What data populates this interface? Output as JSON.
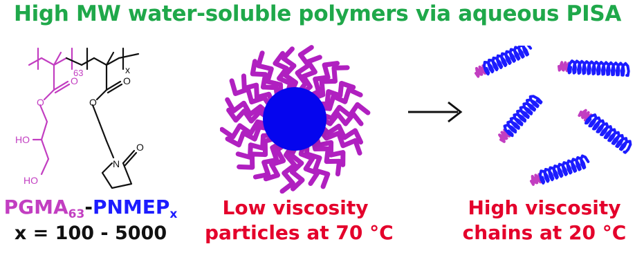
{
  "title": "High MW water-soluble polymers via aqueous PISA",
  "colors": {
    "title": "#1fa84a",
    "pgma": "#c23ec1",
    "pnmep": "#1c1cff",
    "label_red": "#e4002b",
    "black": "#111111"
  },
  "chemical_structure": {
    "dp_label": "63",
    "x_label": "x",
    "ho_top": "HO",
    "ho_bottom": "HO",
    "n_label": "N",
    "o_label": "O"
  },
  "copolymer": {
    "block1": "PGMA",
    "block1_sub": "63",
    "dash": "-",
    "block2": "PNMEP",
    "block2_sub": "x",
    "range": "x = 100 - 5000"
  },
  "micelle_caption": {
    "line1": "Low viscosity",
    "line2": "particles at 70 °C"
  },
  "chains_caption": {
    "line1": "High viscosity",
    "line2": "chains at 20 °C"
  }
}
